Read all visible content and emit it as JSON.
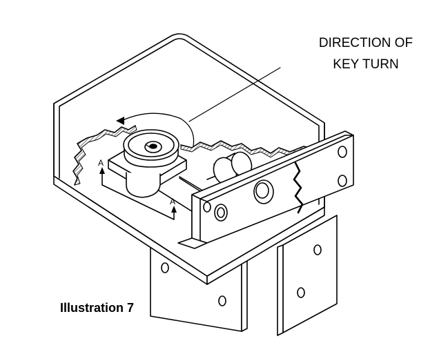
{
  "callout": {
    "line1": "DIRECTION OF",
    "line2": "KEY TURN"
  },
  "caption": "Illustration 7",
  "section_marks": {
    "left": "A",
    "right": "A"
  },
  "colors": {
    "line": "#000000",
    "background": "#ffffff",
    "hatch": "#555555"
  }
}
